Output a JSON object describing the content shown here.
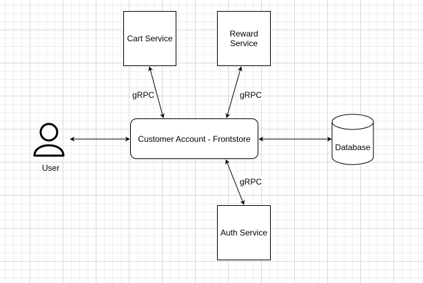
{
  "nodes": {
    "user": "User",
    "cart_service": "Cart Service",
    "reward_service": "Reward Service",
    "frontstore": "Customer Account - Frontstore",
    "auth_service": "Auth Service",
    "database": "Database"
  },
  "edge_labels": {
    "cart": "gRPC",
    "reward": "gRPC",
    "auth": "gRPC"
  },
  "colors": {
    "stroke": "#000000",
    "fill": "#ffffff",
    "grid": "#d9d9d9"
  }
}
